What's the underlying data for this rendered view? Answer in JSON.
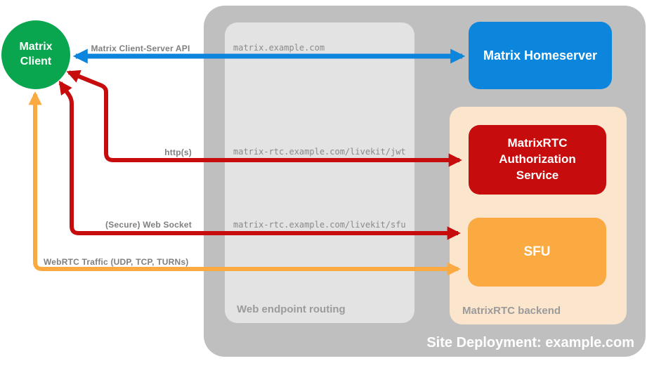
{
  "diagram": {
    "title": "Site Deployment: example.com",
    "client": {
      "label": "Matrix Client",
      "color": "#0aa64f"
    },
    "homeserver": {
      "label": "Matrix Homeserver",
      "color": "#0b86dc"
    },
    "routing": {
      "label": "Web endpoint routing",
      "color": "#e3e3e3",
      "endpoints": [
        "matrix.example.com",
        "matrix-rtc.example.com/livekit/jwt",
        "matrix-rtc.example.com/livekit/sfu"
      ]
    },
    "backend": {
      "label": "MatrixRTC backend",
      "color": "#fbe5cc",
      "nodes": [
        {
          "label": "MatrixRTC Authorization Service",
          "color": "#c60c0c"
        },
        {
          "label": "SFU",
          "color": "#fbaa42"
        }
      ]
    },
    "arrows": [
      {
        "label": "Matrix Client-Server API",
        "color": "#0b86dc",
        "from": "Matrix Client",
        "to": "Matrix Homeserver",
        "bidirectional": true
      },
      {
        "label": "http(s)",
        "color": "#c60c0c",
        "from": "Matrix Client",
        "to": "MatrixRTC Authorization Service",
        "bidirectional": true
      },
      {
        "label": "(Secure) Web Socket",
        "color": "#c60c0c",
        "from": "Matrix Client",
        "to": "SFU",
        "bidirectional": true
      },
      {
        "label": "WebRTC Traffic (UDP, TCP, TURNs)",
        "color": "#fbaa42",
        "from": "Matrix Client",
        "to": "SFU",
        "bidirectional": true
      }
    ],
    "container_color": "#bfbfbf"
  }
}
